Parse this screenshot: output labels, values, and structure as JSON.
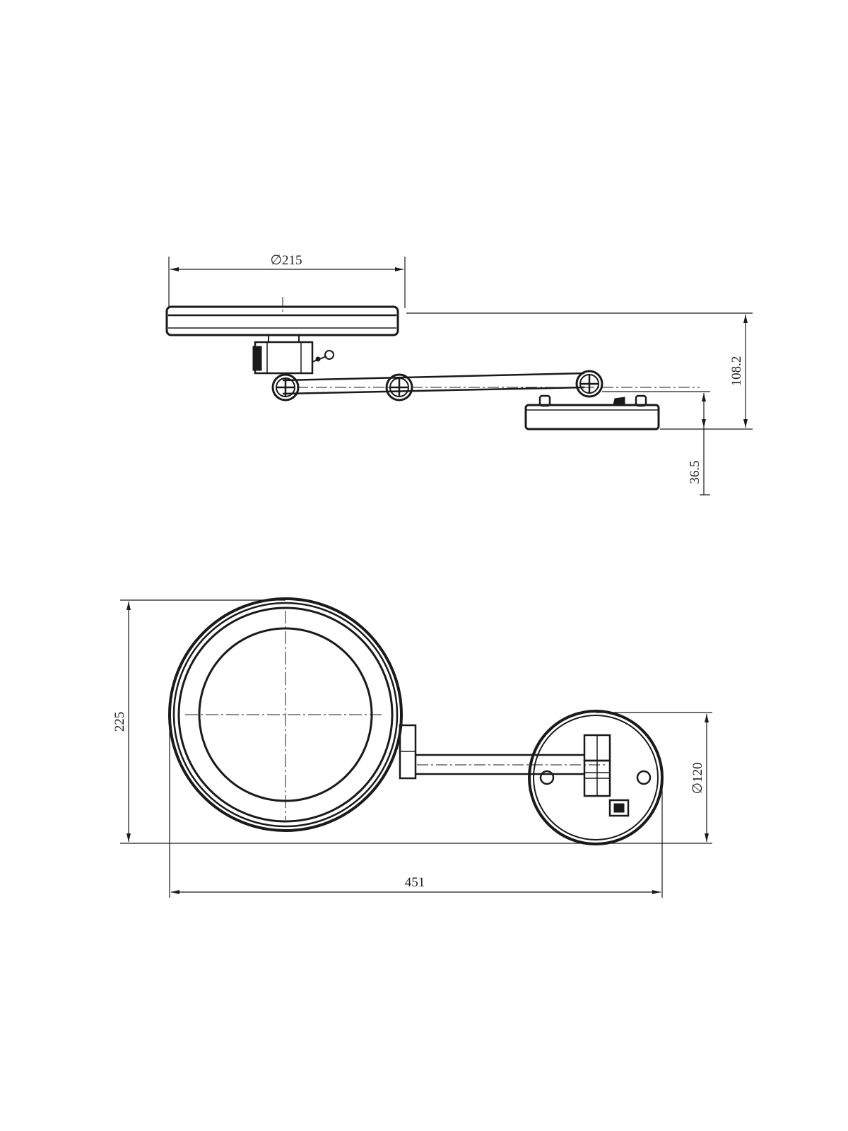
{
  "dimensions": {
    "mirror_diameter": "∅215",
    "total_height_side": "108.2",
    "base_thickness": "36.5",
    "total_height_front": "225",
    "base_diameter": "∅120",
    "total_width": "451"
  },
  "colors": {
    "ink": "#1a1a1a",
    "paper": "#ffffff"
  },
  "icons": {
    "joint": "crosshair-circle",
    "switch": "rocker-switch"
  }
}
